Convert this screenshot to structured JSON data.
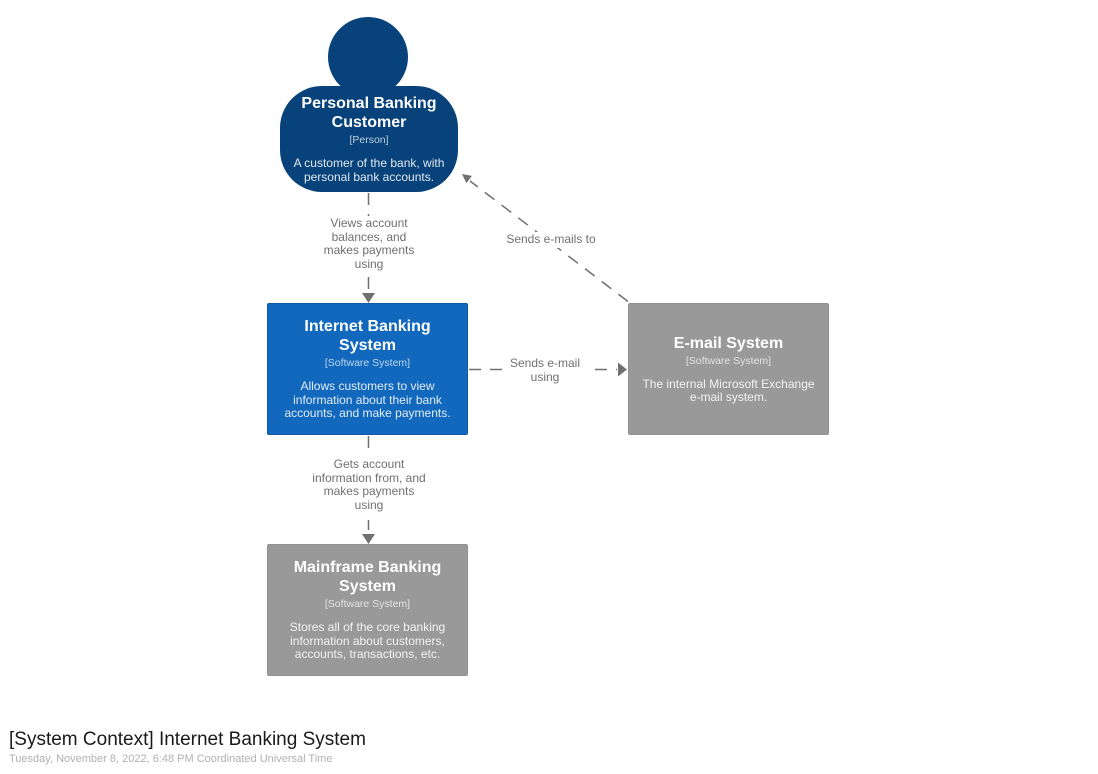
{
  "diagram": {
    "title": "[System Context] Internet Banking System",
    "timestamp": "Tuesday, November 8, 2022, 6:48 PM Coordinated Universal Time",
    "colors": {
      "person_background": "#08427b",
      "software_system_background": "#1168bd",
      "external_system_background": "#999999",
      "relationship_line": "#707070",
      "edge_label_text": "#707070",
      "node_text": "#ffffff",
      "title_text": "#1a1a1a",
      "timestamp_text": "#b0b0b0"
    },
    "nodes": [
      {
        "id": "personal-banking-customer",
        "type": "person",
        "name": "Personal Banking Customer",
        "meta": "[Person]",
        "description": "A customer of the bank, with personal bank accounts."
      },
      {
        "id": "internet-banking-system",
        "type": "software-system",
        "name": "Internet Banking System",
        "meta": "[Software System]",
        "description": "Allows customers to view information about their bank accounts, and make payments."
      },
      {
        "id": "email-system",
        "type": "external-software-system",
        "name": "E-mail System",
        "meta": "[Software System]",
        "description": "The internal Microsoft Exchange e-mail system."
      },
      {
        "id": "mainframe-banking-system",
        "type": "external-software-system",
        "name": "Mainframe Banking System",
        "meta": "[Software System]",
        "description": "Stores all of the core banking information about customers, accounts, transactions, etc."
      }
    ],
    "relationships": [
      {
        "from": "personal-banking-customer",
        "to": "internet-banking-system",
        "label": "Views account balances, and makes payments using"
      },
      {
        "from": "internet-banking-system",
        "to": "email-system",
        "label": "Sends e-mail using"
      },
      {
        "from": "email-system",
        "to": "personal-banking-customer",
        "label": "Sends e-mails to"
      },
      {
        "from": "internet-banking-system",
        "to": "mainframe-banking-system",
        "label": "Gets account information from, and makes payments using"
      }
    ]
  }
}
